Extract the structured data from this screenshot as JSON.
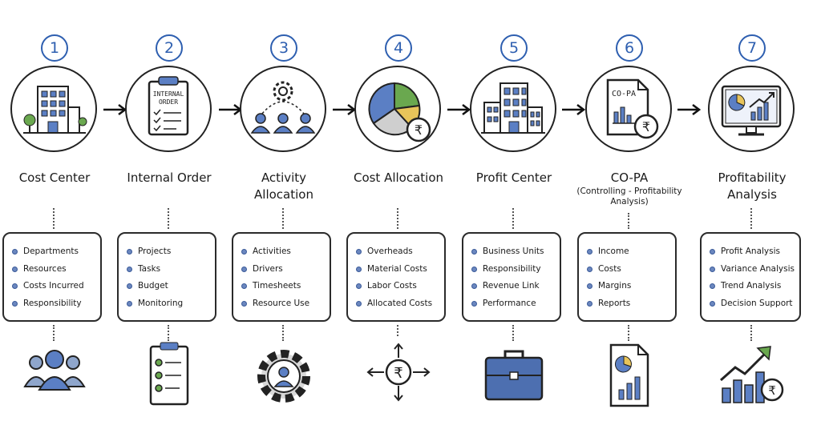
{
  "steps": [
    {
      "number": "1",
      "title": "Cost Center",
      "subtitle": "",
      "items": [
        "Departments",
        "Resources",
        "Costs Incurred",
        "Responsibility"
      ],
      "icon": "building-icon",
      "bottom_icon": "people-icon"
    },
    {
      "number": "2",
      "title": "Internal Order",
      "subtitle": "",
      "icon_text": "INTERNAL ORDER",
      "items": [
        "Projects",
        "Tasks",
        "Budget",
        "Monitoring"
      ],
      "icon": "clipboard-icon",
      "bottom_icon": "checklist-icon"
    },
    {
      "number": "3",
      "title": "Activity Allocation",
      "subtitle": "",
      "items": [
        "Activities",
        "Drivers",
        "Timesheets",
        "Resource Use"
      ],
      "icon": "gear-team-icon",
      "bottom_icon": "gear-person-icon"
    },
    {
      "number": "4",
      "title": "Cost Allocation",
      "subtitle": "",
      "items": [
        "Overheads",
        "Material Costs",
        "Labor Costs",
        "Allocated Costs"
      ],
      "icon": "pie-chart-rupee-icon",
      "bottom_icon": "rupee-arrows-icon",
      "currency_symbol": "₹"
    },
    {
      "number": "5",
      "title": "Profit Center",
      "subtitle": "",
      "items": [
        "Business Units",
        "Responsibility",
        "Revenue Link",
        "Performance"
      ],
      "icon": "buildings-icon",
      "bottom_icon": "briefcase-icon"
    },
    {
      "number": "6",
      "title": "CO-PA",
      "subtitle": "(Controlling - Profitability Analysis)",
      "icon_text": "CO-PA",
      "items": [
        "Income",
        "Costs",
        "Margins",
        "Reports"
      ],
      "icon": "document-rupee-icon",
      "bottom_icon": "report-icon",
      "currency_symbol": "₹"
    },
    {
      "number": "7",
      "title": "Profitability Analysis",
      "subtitle": "",
      "items": [
        "Profit Analysis",
        "Variance Analysis",
        "Trend Analysis",
        "Decision Support"
      ],
      "icon": "monitor-chart-icon",
      "bottom_icon": "growth-chart-rupee-icon",
      "currency_symbol": "₹"
    }
  ],
  "colors": {
    "accent": "#2e5fb0",
    "icon_blue": "#5b7fc4",
    "green": "#6aa84f",
    "yellow": "#e8c45a",
    "outline": "#222222"
  }
}
